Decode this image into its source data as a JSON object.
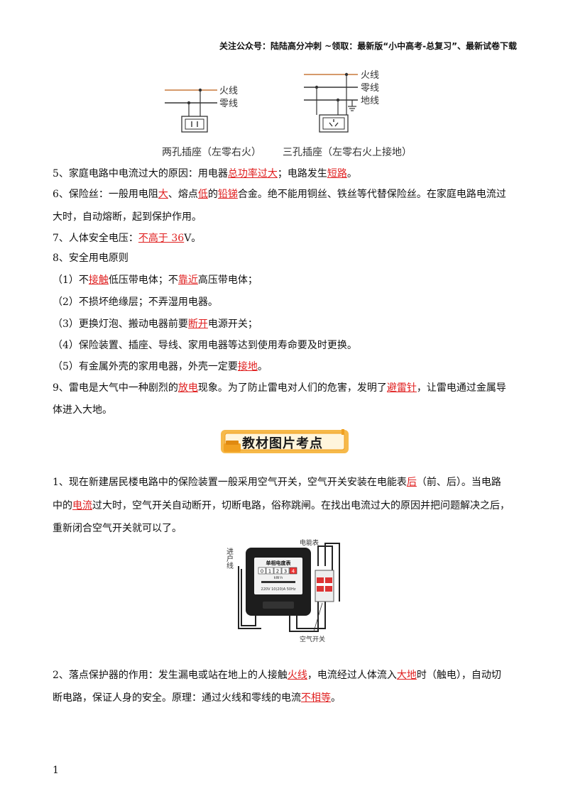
{
  "header": "关注公众号：陆陆高分冲刺 ~领取：最新版“小中高考-总复习”、最新试卷下载",
  "socket_diagram": {
    "two_hole": {
      "live": "火线",
      "neutral": "零线",
      "caption": "两孔插座（左零右火）"
    },
    "three_hole": {
      "live": "火线",
      "neutral": "零线",
      "ground": "地线",
      "caption": "三孔插座（左零右火上接地）"
    }
  },
  "item5": {
    "a": "5、家庭电路中电流过大的原因：用电器",
    "h1": "总功率过大",
    "b": "；电路发生",
    "h2": "短路",
    "c": "。"
  },
  "item6": {
    "a": "6、保险丝：一般用电阻",
    "h1": "大",
    "b": "、熔点",
    "h2": "低",
    "c": "的",
    "h3": "铅锑",
    "d": "合金。绝不能用铜丝、铁丝等代替保险丝。在家庭电路电流过",
    "line2": "大时，自动熔断，起到保护作用。"
  },
  "item7": {
    "a": "7、人体安全电压：",
    "h1": "不高于 36",
    "b": "V。"
  },
  "item8": {
    "title": "8、安全用电原则",
    "r1": {
      "a": "（1）不",
      "h1": "接触",
      "b": "低压带电体；不",
      "h2": "靠近",
      "c": "高压带电体；"
    },
    "r2": "（2）不损坏绝缘层；不弄湿用电器。",
    "r3": {
      "a": "（3）更换灯泡、搬动电器前要",
      "h1": "断开",
      "b": "电源开关；"
    },
    "r4": "（4）保险装置、插座、导线、家用电器等达到使用寿命要及时更换。",
    "r5": {
      "a": "（5）有金属外壳的家用电器，外壳一定要",
      "h1": "接地",
      "b": "。"
    }
  },
  "item9": {
    "a": "9、雷电是大气中一种剧烈的",
    "h1": "放电",
    "b": "现象。为了防止雷电对人们的危害，发明了",
    "h2": "避雷针",
    "c": "，让雷电通过金属导",
    "line2": "体进入大地。"
  },
  "section_banner": "教材图片考点",
  "q1": {
    "a": "1、现在新建居民楼电路中的保险装置一般采用空气开关，空气开关安装在电能表",
    "h1": "后",
    "b": "（前、后）。当电路",
    "l2a": "中的",
    "h2": "电流",
    "l2b": "过大时，空气开关自动断开，切断电路，俗称跳闸。在找出电流过大的原因并把问题解决之后，",
    "line3": "重新闭合空气开关就可以了。"
  },
  "meter_figure": {
    "incoming_label": "进户线",
    "meter_label": "电能表",
    "meter_title": "单相电度表",
    "digits": [
      "0",
      "1",
      "2",
      "3",
      "4"
    ],
    "unit": "kW·h",
    "spec": "220V 10(20)A 50Hz",
    "switch_label": "空气开关"
  },
  "q2": {
    "a": "2、落点保护器的作用：发生漏电或站在地上的人接触",
    "h1": "火线",
    "b": "，电流经过人体流入",
    "h2": "大地",
    "c": "时（触电），自动切",
    "l2a": "断电路，保证人身的安全。原理：通过火线和零线的电流",
    "h3": "不相等",
    "l2b": "。"
  },
  "page_number": "1"
}
